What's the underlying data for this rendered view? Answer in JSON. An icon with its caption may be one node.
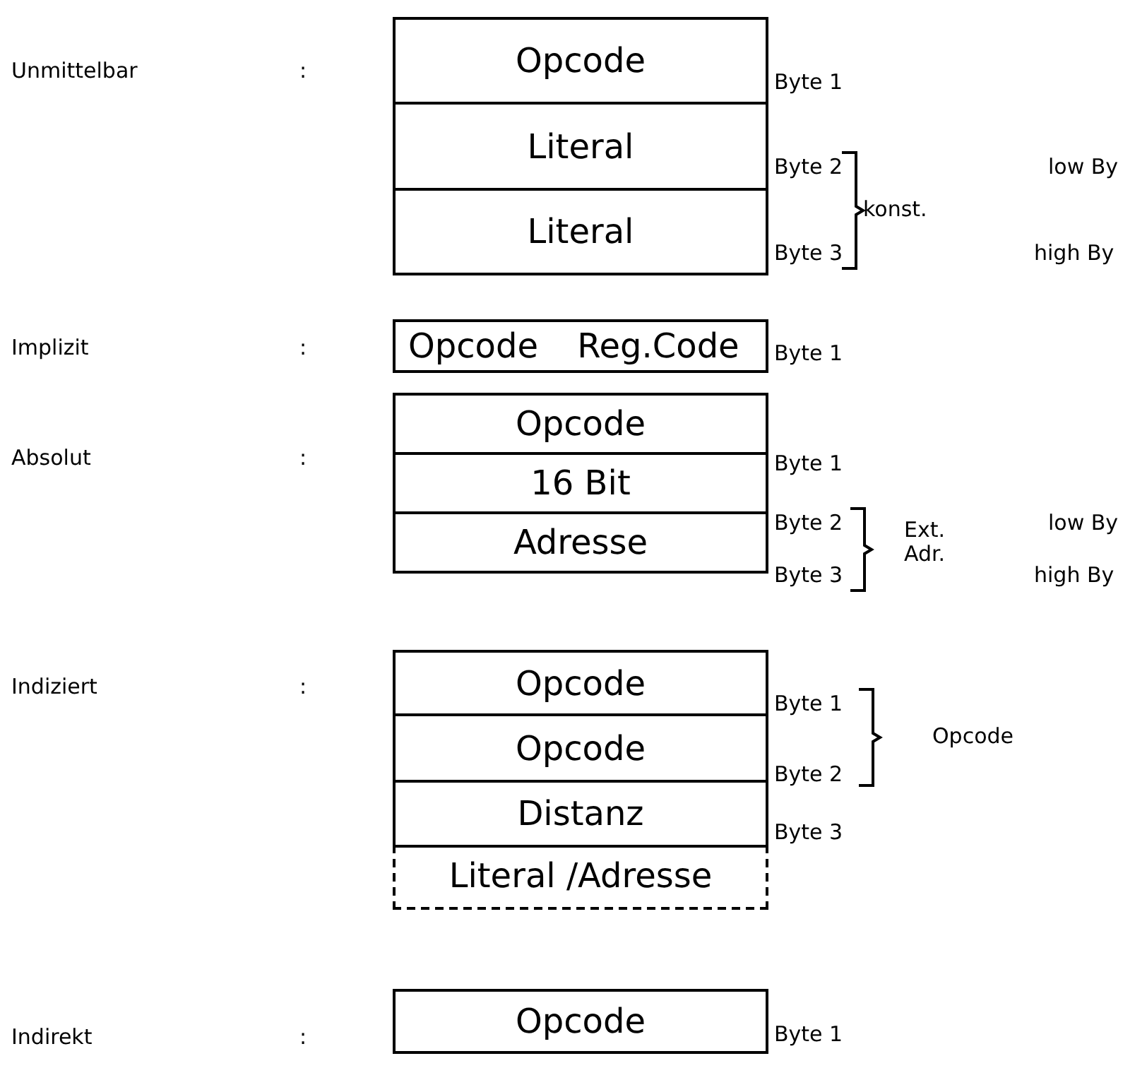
{
  "diagram": {
    "nodes": [
      {
        "text": [
          "Opcode"
        ]
      },
      {
        "text": [
          "Literal"
        ]
      },
      {
        "text": [
          "Literal"
        ]
      },
      {
        "text": [
          "Opcode"
        ]
      },
      {
        "text": [
          "Reg.Code"
        ]
      },
      {
        "text": [
          "Opcode"
        ]
      },
      {
        "text": [
          "16 Bit"
        ]
      },
      {
        "text": [
          "Adresse"
        ]
      },
      {
        "text": [
          "Opcode"
        ]
      },
      {
        "text": [
          "Opcode"
        ]
      },
      {
        "text": [
          "Distanz"
        ]
      },
      {
        "text": [
          "Literal /Adresse"
        ]
      },
      {
        "text": [
          "Opcode"
        ]
      }
    ],
    "labels": [
      "Unmittelbar",
      ":",
      "Byte 1",
      "Byte 2",
      "low By",
      "konst.",
      "Byte 3",
      "high By",
      "Implizit",
      ":",
      "Byte 1",
      "Absolut",
      ":",
      "Byte 1",
      "Byte 2",
      "low By",
      "Ext. Adr.",
      "Byte 3",
      "high By",
      "Indiziert",
      ":",
      "Byte 1",
      "Opcode",
      "Byte 2",
      "Byte 3",
      "Indirekt",
      ":",
      "Byte 1"
    ]
  }
}
